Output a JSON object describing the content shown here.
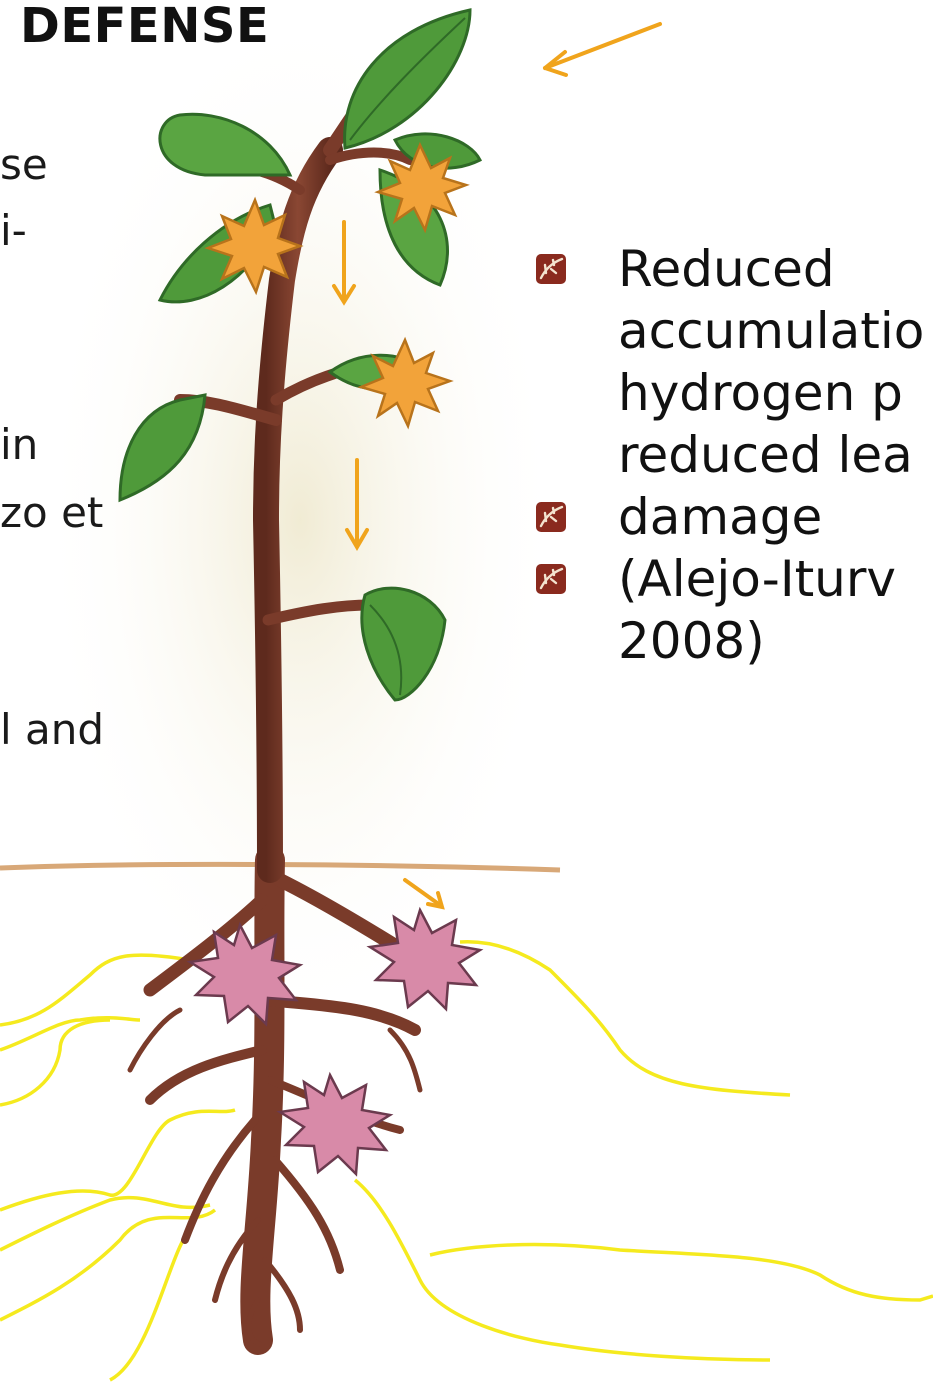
{
  "slide": {
    "title": "DEFENSE",
    "left_fragments": [
      "se",
      "i-",
      "in",
      "zo et",
      "l and"
    ],
    "bullets": [
      {
        "lines": [
          " Reduced",
          "accumulatio",
          "hydrogen p",
          "reduced lea"
        ]
      },
      {
        "lines": [
          "damage"
        ]
      },
      {
        "lines": [
          "(Alejo-Iturv",
          "2008)"
        ]
      }
    ]
  },
  "colors": {
    "stem": "#7a3b2a",
    "leaf": "#4f9a3a",
    "leaf_dark": "#2f6a27",
    "shoot_burst": "#f2a33a",
    "root_burst": "#d88aa8",
    "arrow": "#f0a41c",
    "soil_outline": "#f5ea1e",
    "ground_line": "#d8a878"
  },
  "icons": {
    "bullet": "leaf-bullet-icon"
  }
}
